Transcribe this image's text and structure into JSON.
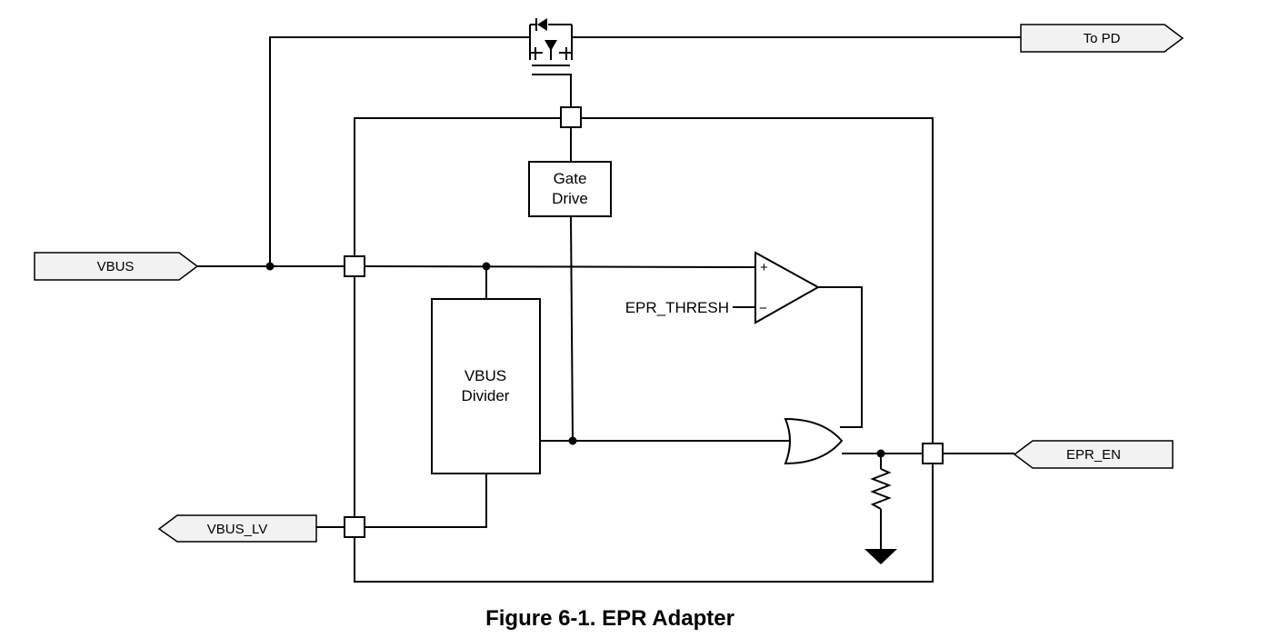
{
  "ports": {
    "vbus": "VBUS",
    "to_pd": "To PD",
    "vbus_lv": "VBUS_LV",
    "epr_en": "EPR_EN"
  },
  "blocks": {
    "gate_drive_line1": "Gate",
    "gate_drive_line2": "Drive",
    "divider_line1": "VBUS",
    "divider_line2": "Divider"
  },
  "comparator": {
    "plus": "+",
    "minus": "−",
    "threshold_label": "EPR_THRESH"
  },
  "caption": "Figure 6-1. EPR Adapter",
  "colors": {
    "line": "#000000",
    "port_fill": "#f2f2f2",
    "background": "#ffffff"
  },
  "components": [
    "pmos-transistor",
    "comparator",
    "or-gate",
    "pull-down-resistor",
    "ground-symbol"
  ]
}
